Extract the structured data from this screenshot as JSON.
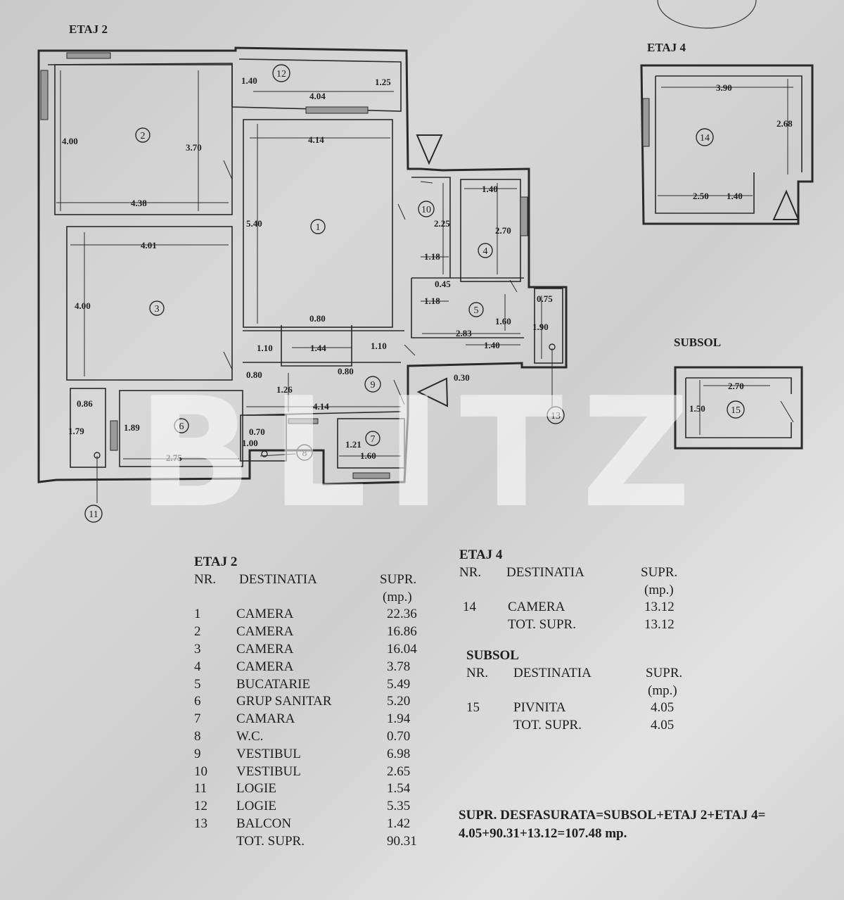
{
  "plan_labels": {
    "etaj2": "ETAJ 2",
    "etaj4": "ETAJ 4",
    "subsol": "SUBSOL",
    "watermark": "BLITZ"
  },
  "room_markers": [
    "1",
    "2",
    "3",
    "4",
    "5",
    "6",
    "7",
    "8",
    "9",
    "10",
    "11",
    "12",
    "13",
    "14",
    "15"
  ],
  "dimensions": {
    "d_1_40": "1.40",
    "d_1_25": "1.25",
    "d_4_04": "4.04",
    "d_4_14_top": "4.14",
    "d_4_00_r2": "4.00",
    "d_3_70": "3.70",
    "d_4_38": "4.38",
    "d_5_40": "5.40",
    "d_4_01": "4.01",
    "d_4_00_r3": "4.00",
    "d_1_40_r4": "1.40",
    "d_2_25": "2.25",
    "d_2_70": "2.70",
    "d_1_18_a": "1.18",
    "d_0_45": "0.45",
    "d_1_18_b": "1.18",
    "d_0_75": "0.75",
    "d_1_60_r5": "1.60",
    "d_1_90": "1.90",
    "d_2_83": "2.83",
    "d_1_40_r5": "1.40",
    "d_0_80_a": "0.80",
    "d_1_10_a": "1.10",
    "d_1_44": "1.44",
    "d_1_10_b": "1.10",
    "d_0_80_b": "0.80",
    "d_0_80_c": "0.80",
    "d_0_30": "0.30",
    "d_1_26": "1.26",
    "d_4_14_bot": "4.14",
    "d_0_86": "0.86",
    "d_1_79": "1.79",
    "d_1_89": "1.89",
    "d_2_75": "2.75",
    "d_0_70": "0.70",
    "d_1_00": "1.00",
    "d_1_21": "1.21",
    "d_1_60_r7": "1.60",
    "d_3_90": "3.90",
    "d_2_68": "2.68",
    "d_2_50": "2.50",
    "d_1_40_e4": "1.40",
    "d_2_70_s": "2.70",
    "d_1_50": "1.50"
  },
  "table_etaj2": {
    "title": "ETAJ 2",
    "col_nr": "NR.",
    "col_dest": "DESTINATIA",
    "col_supr": "SUPR.",
    "col_unit": "(mp.)",
    "rows": [
      {
        "nr": "1",
        "dest": "CAMERA",
        "supr": "22.36"
      },
      {
        "nr": "2",
        "dest": "CAMERA",
        "supr": "16.86"
      },
      {
        "nr": "3",
        "dest": "CAMERA",
        "supr": "16.04"
      },
      {
        "nr": "4",
        "dest": "CAMERA",
        "supr": "3.78"
      },
      {
        "nr": "5",
        "dest": "BUCATARIE",
        "supr": "5.49"
      },
      {
        "nr": "6",
        "dest": "GRUP SANITAR",
        "supr": "5.20"
      },
      {
        "nr": "7",
        "dest": "CAMARA",
        "supr": "1.94"
      },
      {
        "nr": "8",
        "dest": "W.C.",
        "supr": "0.70"
      },
      {
        "nr": "9",
        "dest": "VESTIBUL",
        "supr": "6.98"
      },
      {
        "nr": "10",
        "dest": "VESTIBUL",
        "supr": "2.65"
      },
      {
        "nr": "11",
        "dest": "LOGIE",
        "supr": "1.54"
      },
      {
        "nr": "12",
        "dest": "LOGIE",
        "supr": "5.35"
      },
      {
        "nr": "13",
        "dest": "BALCON",
        "supr": "1.42"
      },
      {
        "nr": "",
        "dest": "TOT. SUPR.",
        "supr": "90.31"
      }
    ]
  },
  "table_etaj4": {
    "title": "ETAJ 4",
    "col_nr": "NR.",
    "col_dest": "DESTINATIA",
    "col_supr": "SUPR.",
    "col_unit": "(mp.)",
    "rows": [
      {
        "nr": "14",
        "dest": "CAMERA",
        "supr": "13.12"
      },
      {
        "nr": "",
        "dest": "TOT. SUPR.",
        "supr": "13.12"
      }
    ]
  },
  "table_subsol": {
    "title": "SUBSOL",
    "col_nr": "NR.",
    "col_dest": "DESTINATIA",
    "col_supr": "SUPR.",
    "col_unit": "(mp.)",
    "rows": [
      {
        "nr": "15",
        "dest": "PIVNITA",
        "supr": "4.05"
      },
      {
        "nr": "",
        "dest": "TOT. SUPR.",
        "supr": "4.05"
      }
    ]
  },
  "summary": {
    "line1": "SUPR. DESFASURATA=SUBSOL+ETAJ 2+ETAJ 4=",
    "line2": "4.05+90.31+13.12=107.48 mp."
  }
}
